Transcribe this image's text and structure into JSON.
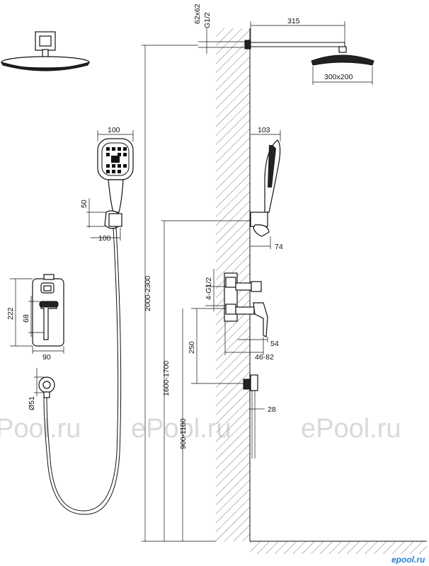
{
  "dimensions": {
    "pipe_size": "62x62",
    "thread_top": "G1/2",
    "arm_length": "315",
    "head_size": "300x200",
    "hand_width": "100",
    "hand_side_depth": "103",
    "holder_height": "50",
    "holder_width": "100",
    "holder_offset": "74",
    "mixer_height": "222",
    "mixer_inner": "68",
    "mixer_width": "90",
    "thread_mixer": "4-G1/2",
    "lever_depth": "54",
    "wall_depth": "46-82",
    "spacing_250": "250",
    "outlet_diameter": "Ø51",
    "outlet_depth": "28",
    "height_head": "2000-2300",
    "height_holder": "1600-1700",
    "height_mixer": "900-1100"
  },
  "watermark": {
    "left": "Pool.ru",
    "center": "ePool.ru",
    "right": "ePool.ru"
  },
  "logo": {
    "text": "epool.ru",
    "color": "#2a7fd4"
  },
  "colors": {
    "line": "#111111",
    "watermark": "#d9d9d9"
  }
}
